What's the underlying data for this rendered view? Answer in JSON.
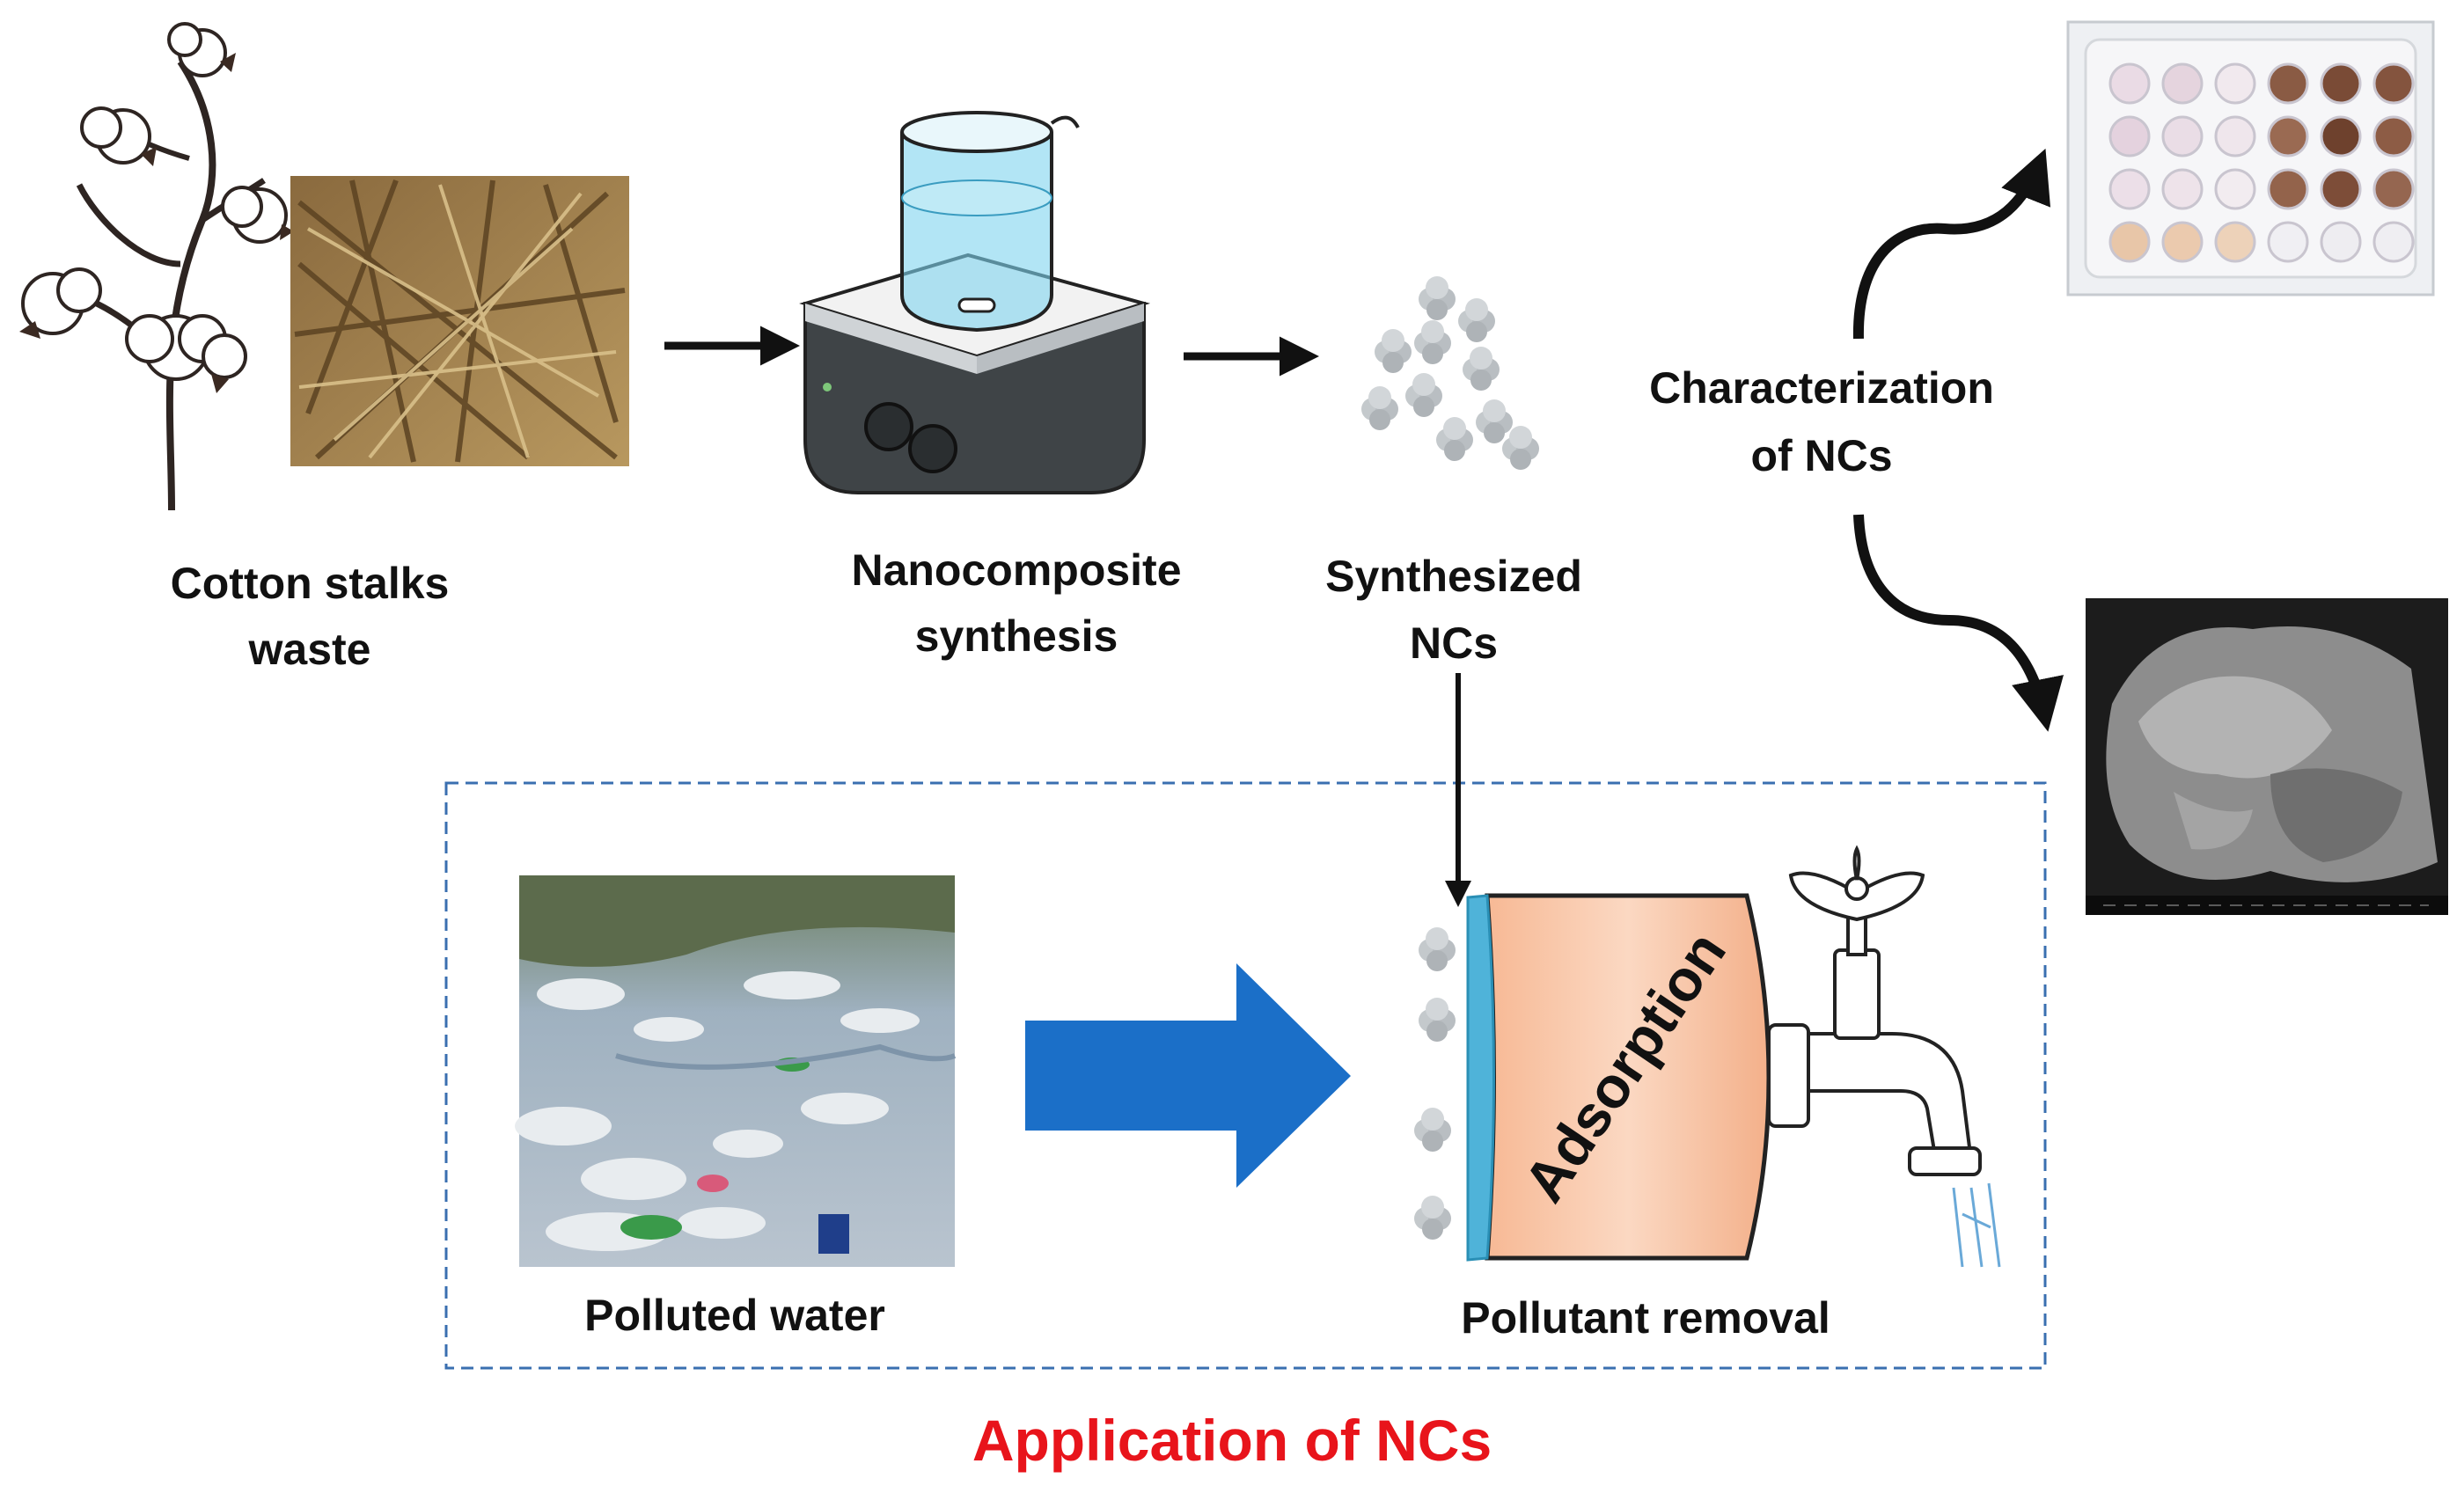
{
  "labels": {
    "cotton_line1": "Cotton stalks",
    "cotton_line2": "waste",
    "nano_line1": "Nanocomposite",
    "nano_line2": "synthesis",
    "synth_line1": "Synthesized",
    "synth_line2": "NCs",
    "char_line1": "Characterization",
    "char_line2": "of NCs",
    "polluted": "Polluted water",
    "removal": "Pollutant removal",
    "adsorption": "Adsorption",
    "application": "Application of NCs"
  },
  "colors": {
    "title_red": "#e8141b",
    "box_dash": "#3a6fb0",
    "big_arrow": "#1b6fc8",
    "tank_fill": "#f9c9a8",
    "tank_edge": "#4fb3d9"
  }
}
